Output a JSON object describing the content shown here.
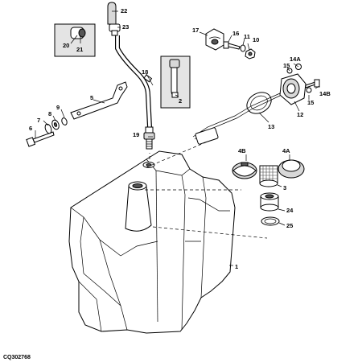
{
  "diagram": {
    "code": "CQ302768",
    "callouts": [
      "1",
      "2",
      "3",
      "4A",
      "4B",
      "5",
      "6",
      "7",
      "8",
      "9",
      "10",
      "11",
      "12",
      "13",
      "14A",
      "14B",
      "15",
      "15",
      "16",
      "17",
      "18",
      "19",
      "20",
      "21",
      "22",
      "23",
      "24",
      "25"
    ]
  }
}
